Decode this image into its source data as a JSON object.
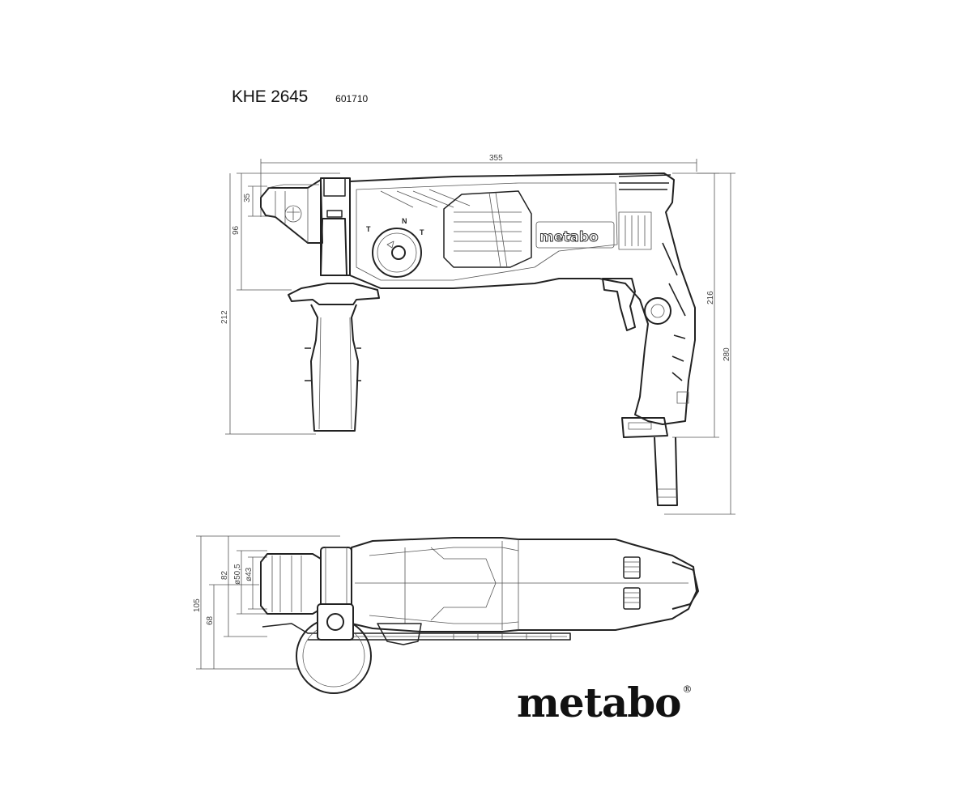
{
  "header": {
    "model": "KHE 2645",
    "article_number": "601710"
  },
  "brand": {
    "name": "metabo",
    "registered": "®"
  },
  "tool_labels": {
    "brand_on_body": "metabo",
    "mode_t1": "T",
    "mode_n": "N",
    "mode_t2": "T"
  },
  "dimensions": {
    "side_view": {
      "length": "355",
      "chuck_height": "35",
      "top_to_axis": "96",
      "handle_height": "212",
      "top_to_grip": "216",
      "total_height": "280"
    },
    "top_view": {
      "chuck_diameter_outer": "ø50,5",
      "chuck_diameter_inner": "ø43",
      "width_82": "82",
      "width_105": "105",
      "width_68": "68"
    }
  },
  "colors": {
    "line": "#222222",
    "dimension": "#444444",
    "background": "#ffffff"
  }
}
